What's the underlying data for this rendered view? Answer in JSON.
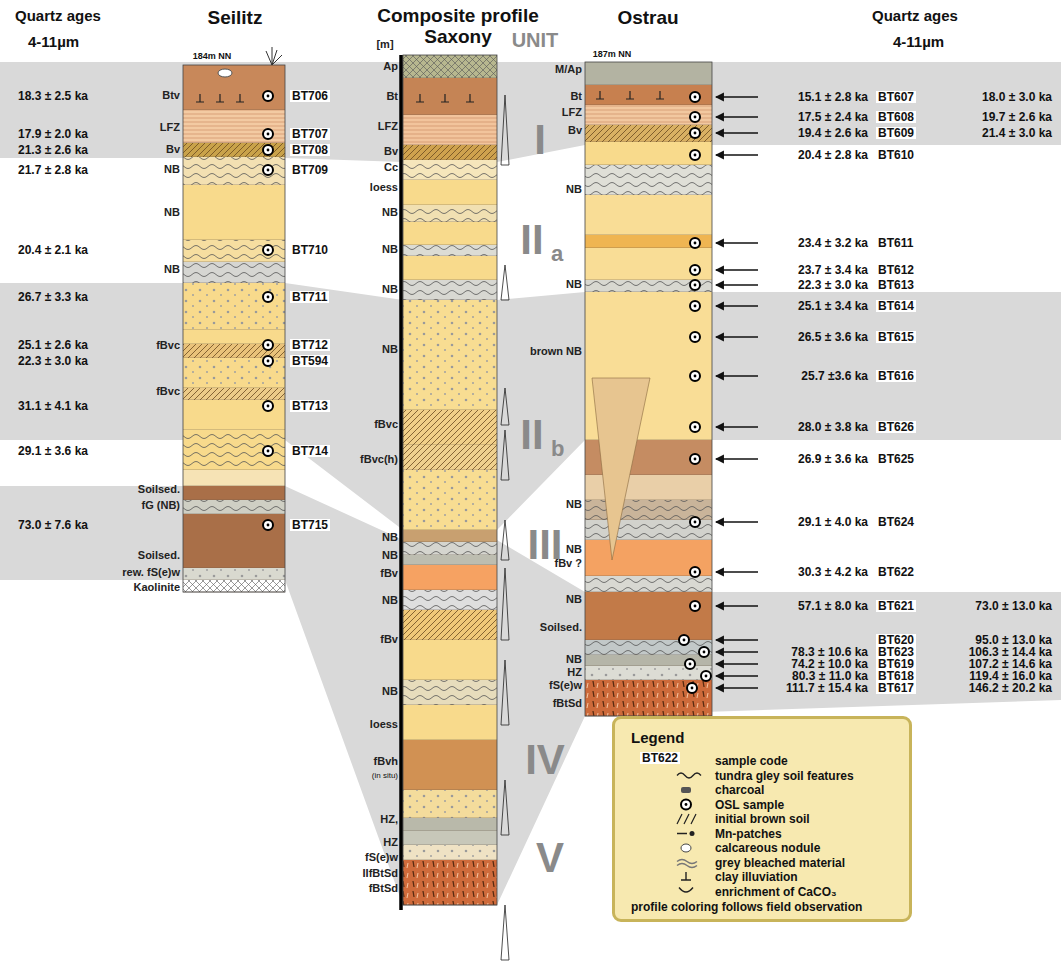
{
  "diagram": {
    "nodes": [
      {
        "text": [
          "Legend",
          "profile coloring follows field observation"
        ]
      }
    ],
    "labels": [
      "Quartz ages",
      "4-11µm",
      "Seilitz",
      "184m NN",
      "Composite profile",
      "Saxony",
      "[m]",
      "UNIT",
      "Ostrau",
      "187m NN",
      "Quartz ages",
      "4-11µm",
      "Btv",
      "LFZ",
      "Bv",
      "NB",
      "NB",
      "NB",
      "fBvc",
      "fBvc",
      "Soilsed.",
      "fG (NB)",
      "Soilsed.",
      "rew. fS(e)w",
      "Kaolinite",
      "18.3 ± 2.5 ka",
      "17.9 ± 2.0 ka",
      "21.3 ± 2.6 ka",
      "21.7 ± 2.8 ka",
      "20.4 ± 2.1 ka",
      "26.7 ± 3.3 ka",
      "25.1 ± 2.6 ka",
      "22.3 ± 3.0 ka",
      "31.1 ± 4.1 ka",
      "29.1 ± 3.6 ka",
      "73.0 ± 7.6 ka",
      "BT706",
      "BT707",
      "BT708",
      "BT709",
      "BT710",
      "BT711",
      "BT712",
      "BT594",
      "BT713",
      "BT714",
      "BT715",
      "Ap",
      "Bt",
      "LFZ",
      "Bv",
      "Cc",
      "loess",
      "NB",
      "NB",
      "NB",
      "NB",
      "fBvc",
      "fBvc(h)",
      "NB",
      "NB",
      "fBv",
      "NB",
      "fBv",
      "NB",
      "loess",
      "fBvh",
      "(in situ)",
      "HZ,",
      "HZ",
      "fS(e)w",
      "IIfBtSd",
      "fBtSd",
      "I",
      "II",
      "a",
      "II",
      "b",
      "III",
      "IV",
      "V",
      "M/Ap",
      "Bt",
      "LFZ",
      "Bv",
      "NB",
      "NB",
      "brown NB",
      "NB",
      "NB",
      "fBv ?",
      "NB",
      "Soilsed.",
      "NB",
      "HZ",
      "fS(e)w",
      "fBtSd",
      "15.1 ± 2.8 ka",
      "BT607",
      "18.0 ± 3.0 ka",
      "17.5 ± 2.4 ka",
      "BT608",
      "19.7 ± 2.6 ka",
      "19.4 ± 2.6 ka",
      "BT609",
      "21.4 ± 3.0 ka",
      "20.4 ± 2.8 ka",
      "BT610",
      "23.4 ± 3.2 ka",
      "BT611",
      "23.7 ± 3.4 ka",
      "BT612",
      "22.3 ± 3.0 ka",
      "BT613",
      "25.1 ± 3.4 ka",
      "BT614",
      "26.5 ± 3.6 ka",
      "BT615",
      "25.7 ±3.6 ka",
      "BT616",
      "28.0 ± 3.8 ka",
      "BT626",
      "26.9 ± 3.6 ka",
      "BT625",
      "29.1 ± 4.0 ka",
      "BT624",
      "30.3 ± 4.2 ka",
      "BT622",
      "57.1 ± 8.0 ka",
      "BT621",
      "73.0 ± 13.0 ka",
      "BT620",
      "95.0 ± 13.0 ka",
      "78.3 ± 10.6 ka",
      "BT623",
      "106.3 ± 14.4 ka",
      "74.2 ± 10.0 ka",
      "BT619",
      "107.2 ± 14.6 ka",
      "80.3 ± 11.0 ka",
      "BT618",
      "119.4 ± 16.0 ka",
      "111.7 ± 15.4 ka",
      "BT617",
      "146.2 ± 20.2 ka",
      "BT622"
    ],
    "legend": [
      {
        "text": "sample code"
      },
      {
        "text": "tundra gley soil features"
      },
      {
        "text": "charcoal"
      },
      {
        "text": "OSL sample"
      },
      {
        "text": "initial brown soil"
      },
      {
        "text": "Mn-patches"
      },
      {
        "text": "calcareous nodule"
      },
      {
        "text": "grey bleached material"
      },
      {
        "text": "clay illuviation"
      },
      {
        "text": "enrichment of CaCO₃"
      }
    ]
  }
}
